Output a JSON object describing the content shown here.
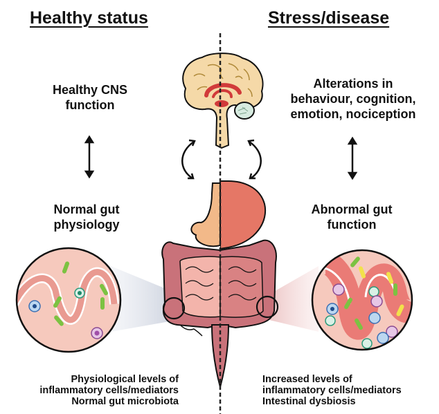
{
  "left": {
    "heading": "Healthy status",
    "cns_label": [
      "Healthy CNS",
      "function"
    ],
    "gut_label": [
      "Normal gut",
      "physiology"
    ],
    "caption": [
      "Physiological levels of",
      "inflammatory cells/mediators",
      "Normal gut microbiota"
    ]
  },
  "right": {
    "heading": "Stress/disease",
    "cns_label": [
      "Alterations in",
      "behaviour, cognition,",
      "emotion, nociception"
    ],
    "gut_label": [
      "Abnormal gut",
      "function"
    ],
    "caption": [
      "Increased levels of",
      "inflammatory cells/mediators",
      "Intestinal dysbiosis"
    ]
  },
  "colors": {
    "brain": "#f5d9a8",
    "limbic": "#d13a3a",
    "cerebellum": "#d7ebe0",
    "stomach_healthy": "#f2b989",
    "stomach_disease": "#e57766",
    "intestine": "#c9727a",
    "small_intestine_healthy": "#f3b4ab",
    "zoom_bg_healthy": "#f6c9bd",
    "zoom_bg_disease": "#ea7b76",
    "bacteria_green": "#7cc242",
    "bacteria_yellow": "#f2e24a"
  }
}
